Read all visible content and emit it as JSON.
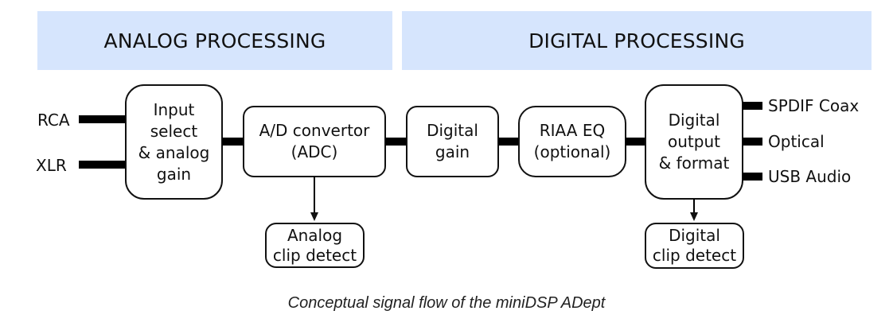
{
  "sections": {
    "analog": "ANALOG PROCESSING",
    "digital": "DIGITAL PROCESSING"
  },
  "inputs": [
    "RCA",
    "XLR"
  ],
  "outputs": [
    "SPDIF Coax",
    "Optical",
    "USB Audio"
  ],
  "blocks": {
    "input_select": "Input\nselect\n& analog\ngain",
    "adc": "A/D convertor\n(ADC)",
    "digital_gain": "Digital\ngain",
    "riaa": "RIAA EQ\n(optional)",
    "digital_output": "Digital\noutput\n& format",
    "analog_clip": "Analog\nclip detect",
    "digital_clip": "Digital\nclip detect"
  },
  "caption": "Conceptual signal flow of the miniDSP ADept"
}
